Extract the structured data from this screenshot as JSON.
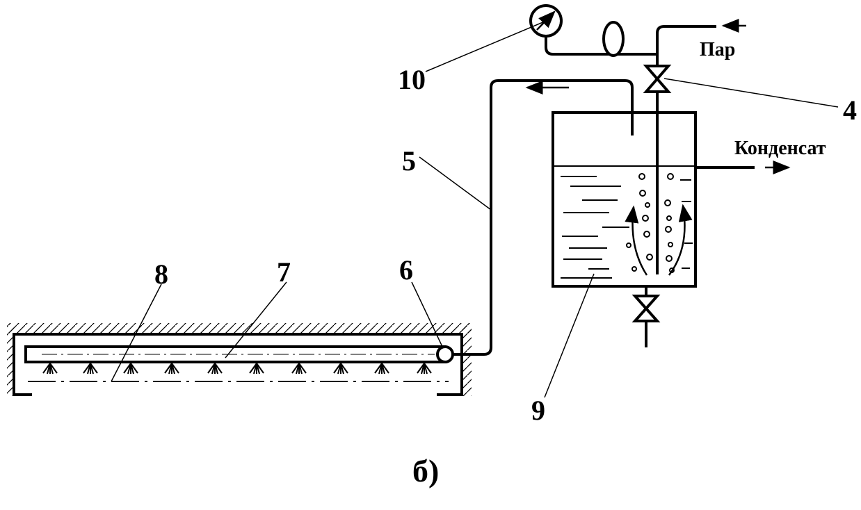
{
  "diagram": {
    "labels": {
      "n10": "10",
      "n4": "4",
      "n5": "5",
      "n6": "6",
      "n7": "7",
      "n8": "8",
      "n9": "9",
      "steam": "Пар",
      "condensate": "Конденсат"
    },
    "caption": "б)"
  }
}
